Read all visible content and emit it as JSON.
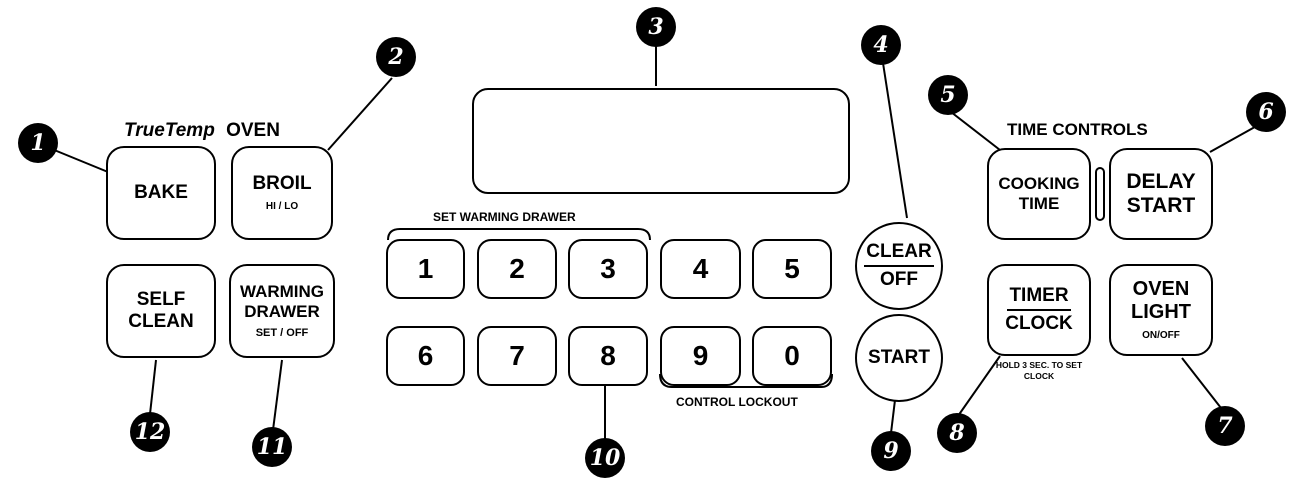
{
  "oven_heading": {
    "brand": "TrueTemp",
    "label": "OVEN"
  },
  "time_controls_heading": "TIME CONTROLS",
  "keys": {
    "bake": "BAKE",
    "broil": {
      "line1": "BROIL",
      "sub": "HI / LO"
    },
    "self_clean": {
      "line1": "SELF",
      "line2": "CLEAN"
    },
    "warming_drawer": {
      "line1": "WARMING",
      "line2": "DRAWER",
      "sub": "SET / OFF"
    },
    "cooking_time": {
      "line1": "COOKING",
      "line2": "TIME"
    },
    "delay_start": {
      "line1": "DELAY",
      "line2": "START"
    },
    "timer_clock": {
      "top": "TIMER",
      "bottom": "CLOCK",
      "note": "HOLD 3 SEC. TO SET CLOCK"
    },
    "oven_light": {
      "line1": "OVEN",
      "line2": "LIGHT",
      "sub": "ON/OFF"
    },
    "clear_off": {
      "top": "CLEAR",
      "bottom": "OFF"
    },
    "start": "START"
  },
  "keypad": {
    "row1": [
      "1",
      "2",
      "3",
      "4",
      "5"
    ],
    "row2": [
      "6",
      "7",
      "8",
      "9",
      "0"
    ],
    "set_warming_drawer_label": "SET WARMING DRAWER",
    "control_lockout_label": "CONTROL LOCKOUT"
  },
  "callouts": [
    "1",
    "2",
    "3",
    "4",
    "5",
    "6",
    "7",
    "8",
    "9",
    "10",
    "11",
    "12"
  ]
}
